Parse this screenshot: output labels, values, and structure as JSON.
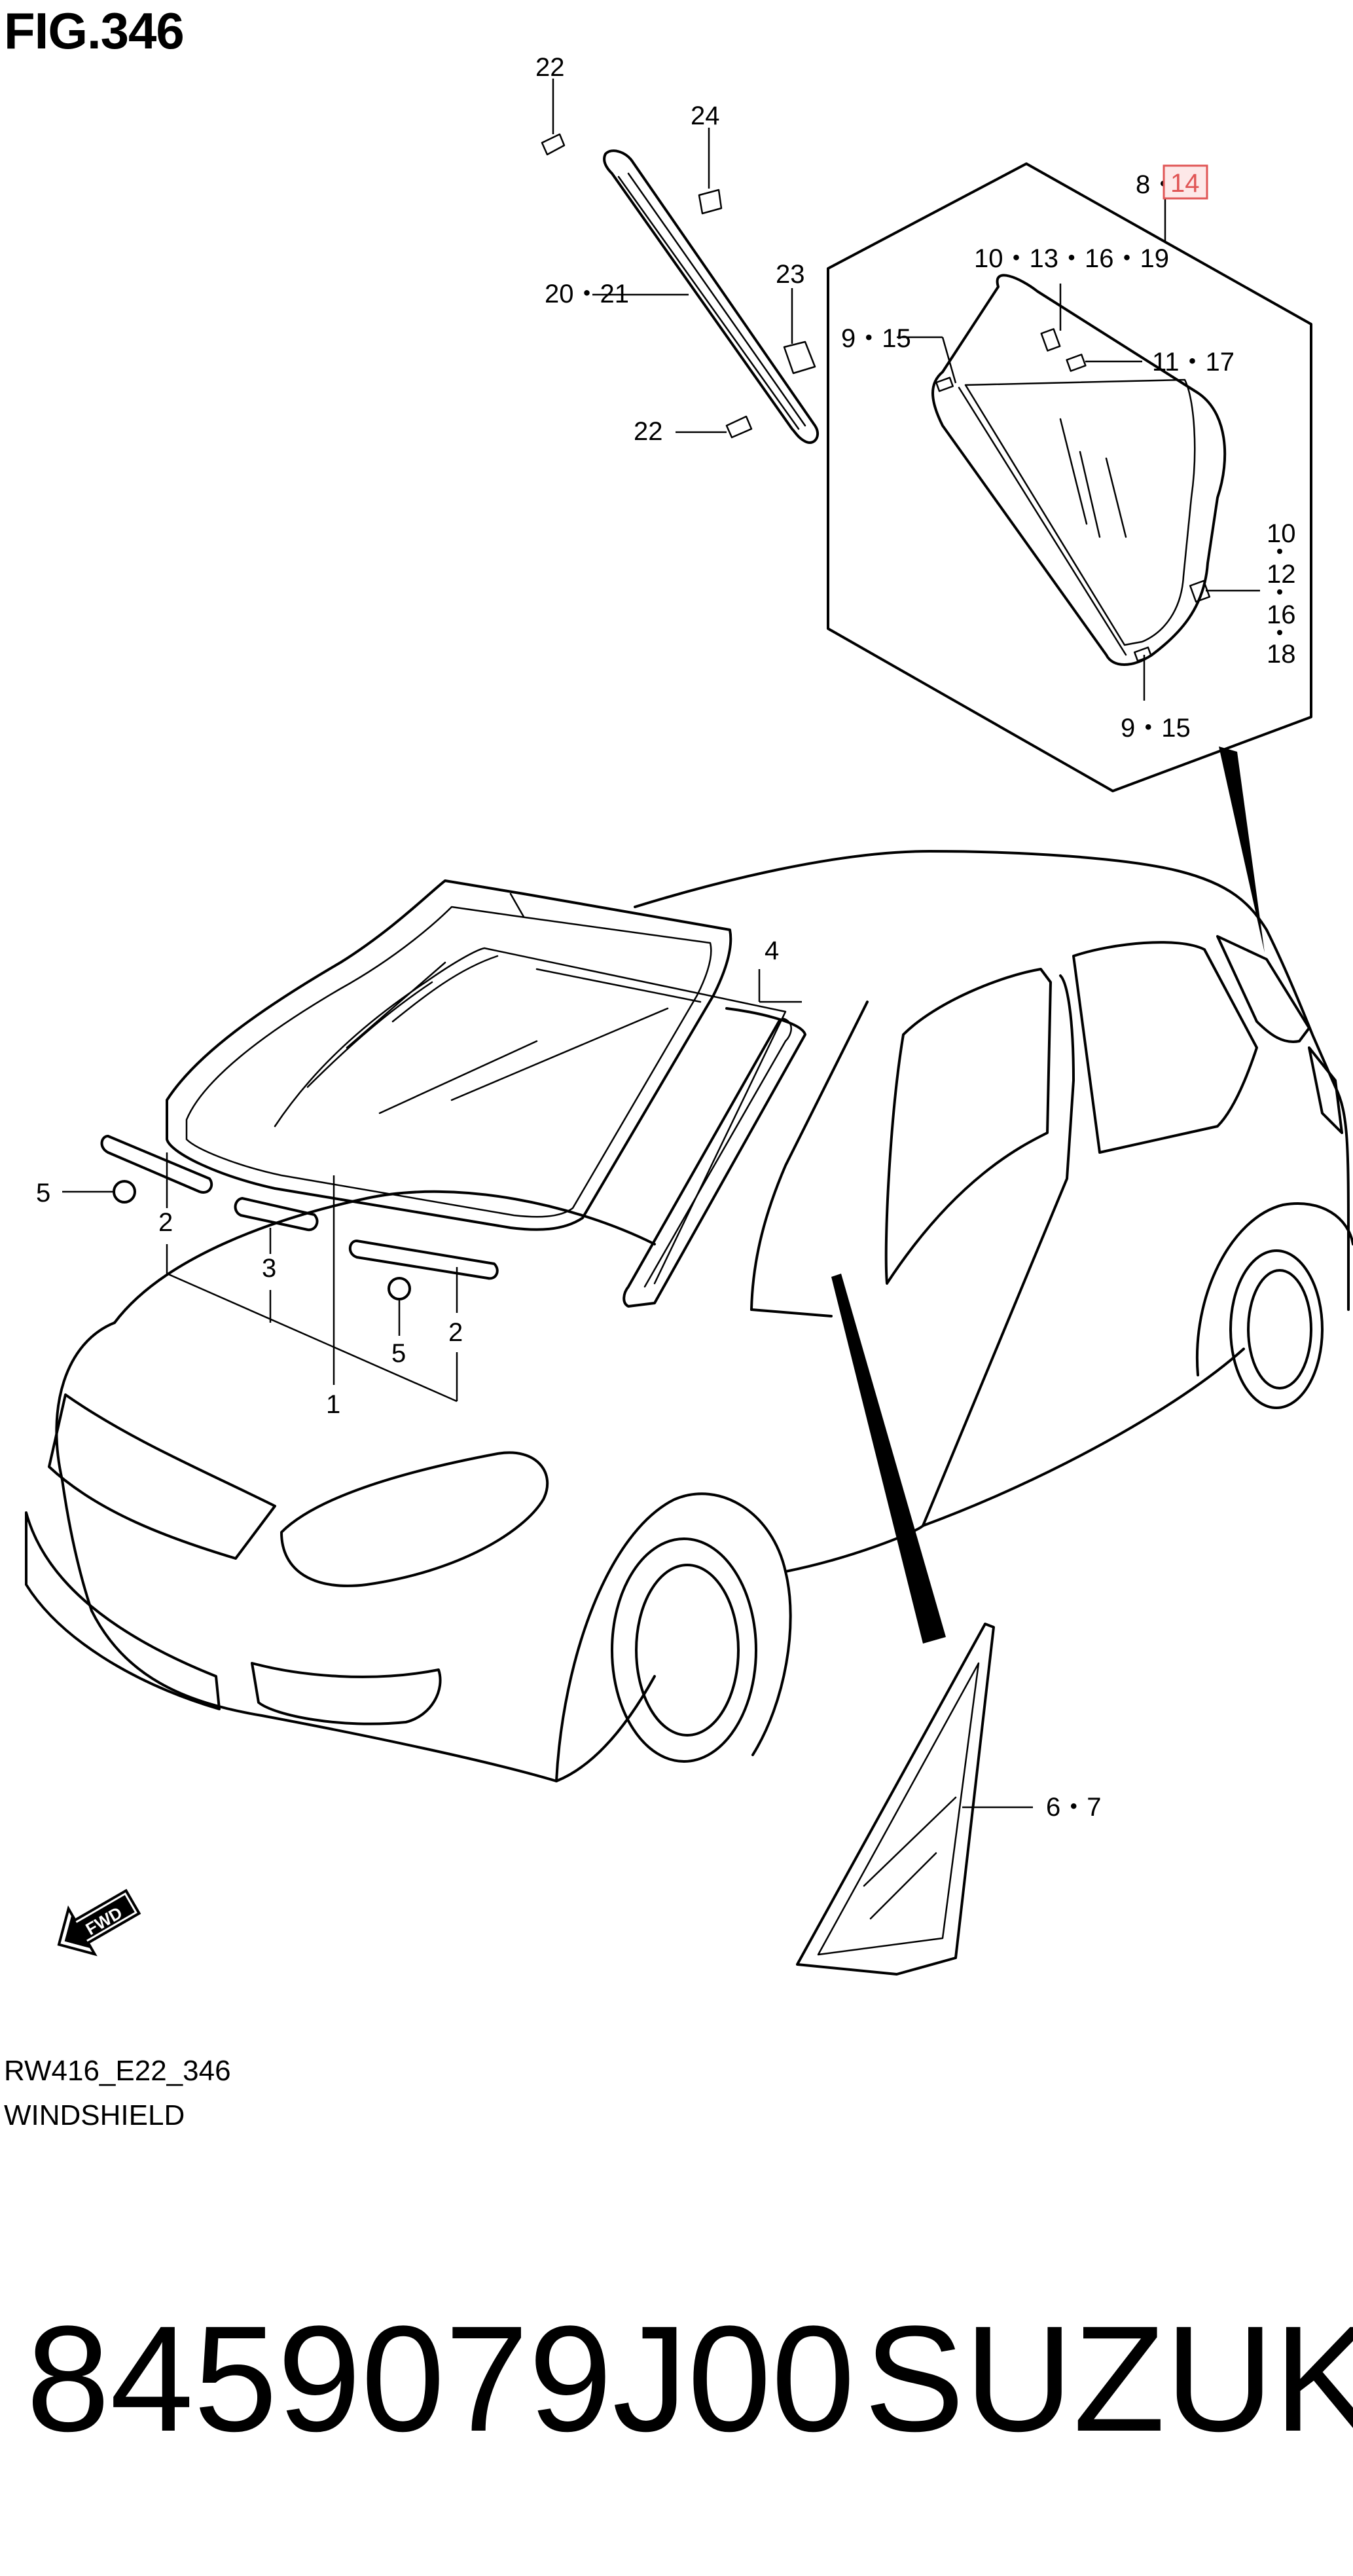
{
  "figure": {
    "title": "FIG.346",
    "code": "RW416_E22_346",
    "name": "WINDSHIELD"
  },
  "callouts": {
    "c1": "1",
    "c2a": "2",
    "c2b": "2",
    "c3": "3",
    "c4": "4",
    "c5a": "5",
    "c5b": "5",
    "c6_7": "6・7",
    "c8": "8・",
    "c14": "14",
    "c9_15a": "9・15",
    "c9_15b": "9・15",
    "c10_13_16_19": "10・13・16・19",
    "c11_17": "11・17",
    "c10_12_16_18": [
      "10",
      "12",
      "16",
      "18"
    ],
    "c20_21": "20・21",
    "c22a": "22",
    "c22b": "22",
    "c23": "23",
    "c24": "24",
    "fwd": "FWD"
  },
  "highlight_color": "#e05555",
  "footer": {
    "part_number": "8459079J00",
    "brand": "SUZUKI"
  }
}
